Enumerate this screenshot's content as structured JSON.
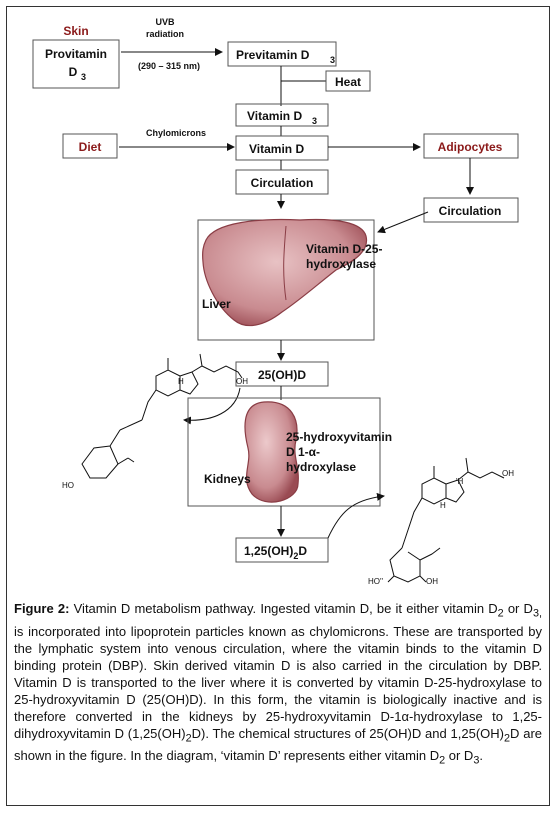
{
  "diagram": {
    "skin": "Skin",
    "provitamin_line1": "Provitamin",
    "provitamin_line2": "D",
    "sub_3": "3",
    "uvb_line1": "UVB",
    "uvb_line2": "radiation",
    "uvb_range": "(290 – 315 nm)",
    "previtamin": "Previtamin D",
    "heat": "Heat",
    "vitamin_d3": "Vitamin D",
    "diet": "Diet",
    "chylomicrons": "Chylomicrons",
    "vitamin_d": "Vitamin D",
    "adipocytes": "Adipocytes",
    "circulation_left": "Circulation",
    "circulation_right": "Circulation",
    "hydroxylase_line1": "Vitamin D-25-",
    "hydroxylase_line2": "hydroxylase",
    "liver": "Liver",
    "metabolite_25ohd": "25(OH)D",
    "kidney_enzyme_line1": "25-hydroxyvitamin",
    "kidney_enzyme_line2": "D 1-α-",
    "kidney_enzyme_line3": "hydroxylase",
    "kidneys": "Kidneys",
    "metabolite_125_a": "1,25(OH)",
    "metabolite_125_sub": "2",
    "metabolite_125_b": "D",
    "atoms": {
      "oh": "OH",
      "h": "H",
      "ho": "HO",
      "ho_prime": "HO''",
      "h_wedge": "'H",
      "oh_bold": "OH"
    }
  },
  "caption": {
    "figure_label": "Figure 2:",
    "t1": " Vitamin D metabolism pathway. Ingested vitamin D, be it either vitamin D",
    "s1": "2",
    "t2": " or D",
    "s2": "3,",
    "t3": " is incorporated into lipoprotein particles known as chylomicrons. These are transported by the lymphatic system into venous circulation, where the vitamin binds to the vitamin D binding protein (DBP). Skin derived vitamin D is also carried in the circulation by DBP. Vitamin D is transported to the liver where it is converted by vitamin D-25-hydroxylase to 25-hydroxyvitamin D (25(OH)D). In this form, the vitamin is biologically inactive and is therefore converted in the kidneys by 25-hydroxyvitamin D-1α-hydroxylase to 1,25-dihydroxyvitamin D (1,25(OH)",
    "s3": "2",
    "t4": "D). The chemical structures of 25(OH)D and 1,25(OH)",
    "s4": "2",
    "t5": "D are shown in the figure. In the diagram, ‘vitamin D’ represents either vitamin D",
    "s5": "2",
    "t6": " or D",
    "s6": "3",
    "t7": "."
  }
}
